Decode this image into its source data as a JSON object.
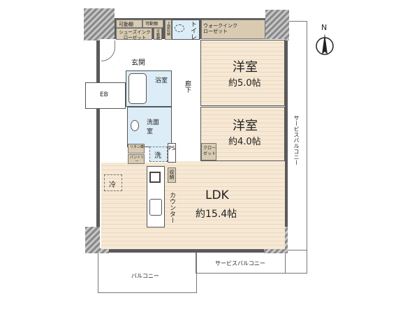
{
  "rooms": {
    "western1": {
      "name": "洋室",
      "size": "約5.0帖"
    },
    "western2": {
      "name": "洋室",
      "size": "約4.0帖"
    },
    "ldk": {
      "name": "LDK",
      "size": "約15.4帖"
    },
    "entrance": "玄関",
    "bath": "浴室",
    "hall": "廊下",
    "washroom": "洗面室",
    "toilet": "トイレ",
    "wic": "ウォークインクローゼット",
    "shoe_closet": "シューズインクローゼット",
    "shelf1": "可動棚",
    "shelf2": "可動棚",
    "shelf3": "可動棚",
    "upper_storage": "上部収納",
    "closet": "クローゼット",
    "linen": "リネン庫",
    "pantry": "パントリー",
    "laundry": "洗",
    "ps": "PS",
    "storage": "収納",
    "counter": "カウンター",
    "fridge": "冷",
    "eb": "EB",
    "balcony": "バルコニー",
    "service_balcony_bottom": "サービスバルコニー",
    "service_balcony_right": "サービスバルコニー"
  },
  "compass": {
    "label": "N"
  },
  "colors": {
    "wall": "#5a5a5a",
    "floor": "#f6e8d4",
    "wet": "#dcedf8",
    "storage": "#d8cbb2"
  }
}
